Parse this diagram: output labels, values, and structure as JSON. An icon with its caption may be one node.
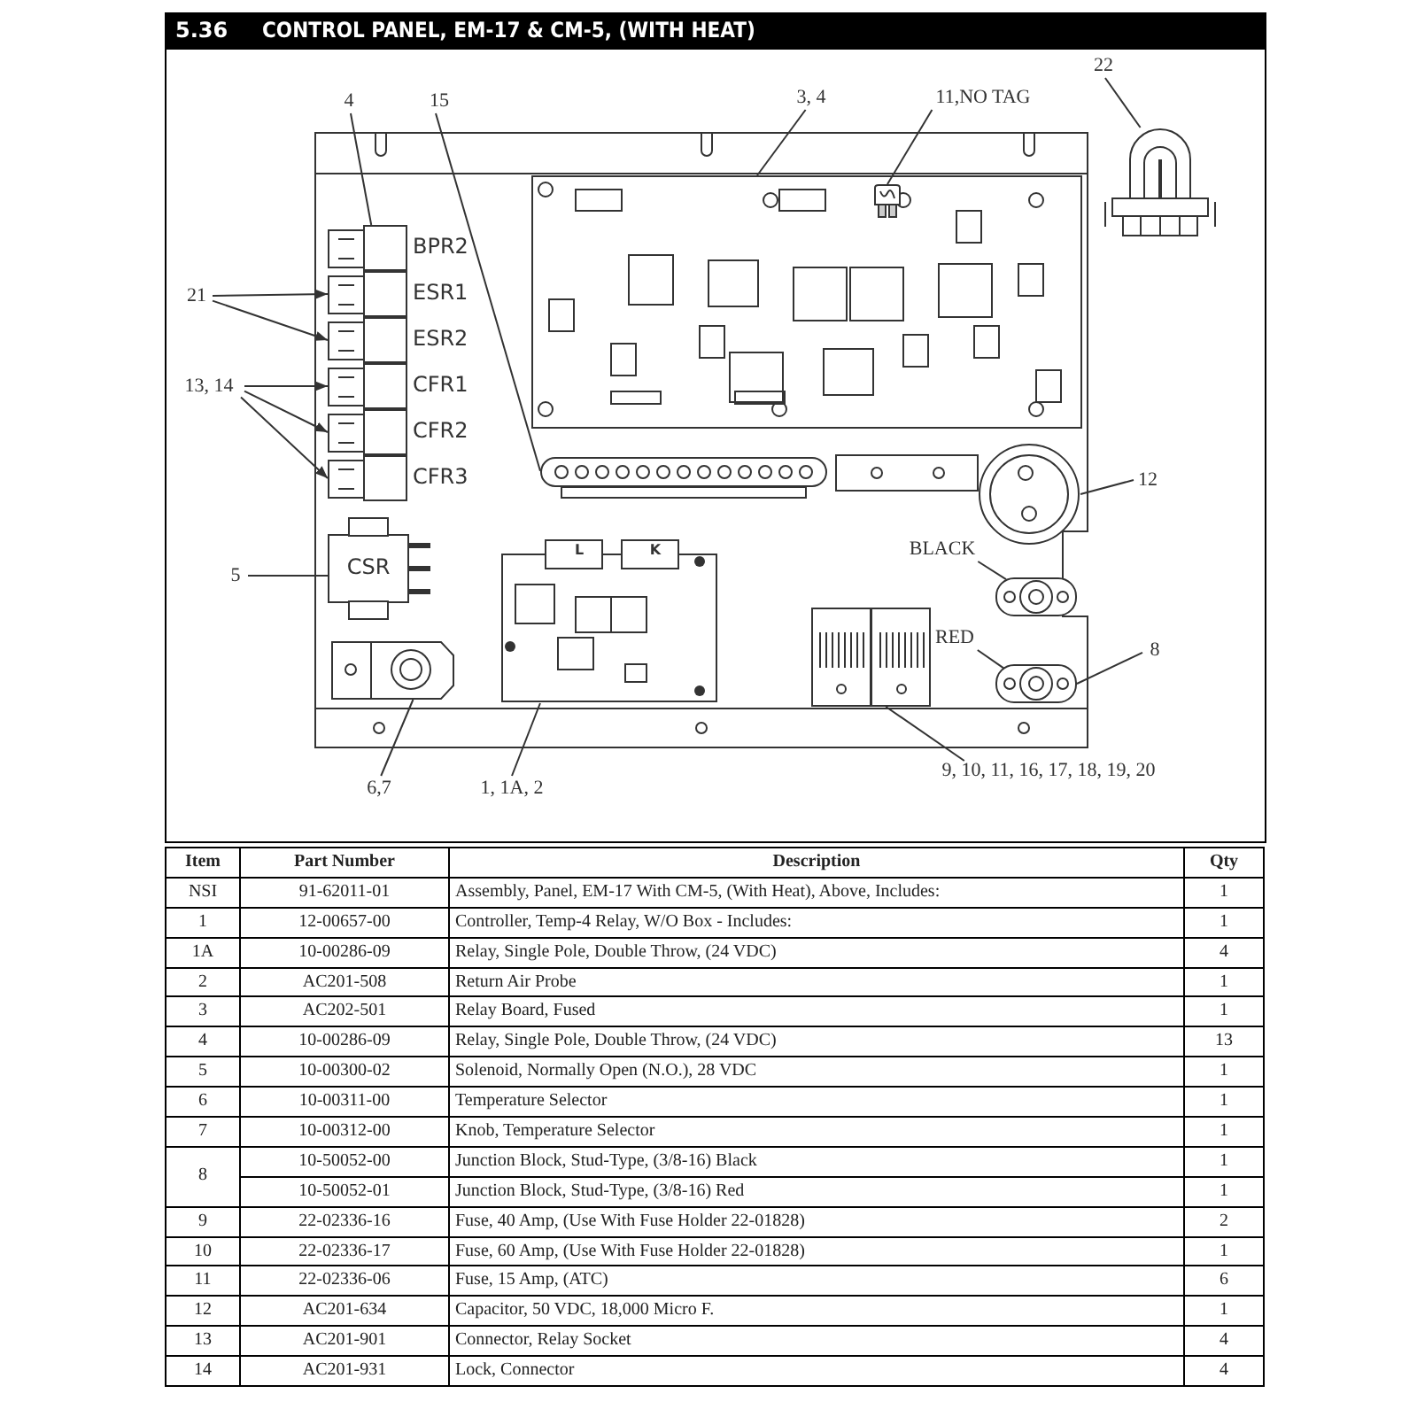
{
  "diagram": {
    "title": "CONTROL PANEL, EM-17 & CM-5, (WITH HEAT)",
    "nodes": [
      {
        "text": [
          "4"
        ]
      },
      {
        "text": [
          "15"
        ]
      },
      {
        "text": [
          "3, 4"
        ]
      },
      {
        "text": [
          "11,NO TAG"
        ]
      },
      {
        "text": [
          "22"
        ]
      },
      {
        "text": [],
        "shape": "picture"
      },
      {
        "text": [],
        "shape": "picture"
      },
      {
        "text": [],
        "shape": "picture",
        "in": 6
      },
      {
        "text": [
          "21"
        ]
      },
      {
        "text": [
          "13, 14"
        ]
      },
      {
        "text": [
          "BPR2"
        ]
      },
      {
        "text": [
          "ESR1"
        ]
      },
      {
        "text": [
          "ESR2"
        ]
      },
      {
        "text": [
          "CFR1"
        ]
      },
      {
        "text": [
          "CFR2"
        ]
      },
      {
        "text": [
          "CFR3"
        ]
      },
      {
        "text": [],
        "shape": "picture"
      },
      {
        "text": [],
        "shape": "picture"
      },
      {
        "text": [
          "12"
        ]
      },
      {
        "text": [
          "5"
        ]
      },
      {
        "text": [
          "CSR"
        ]
      },
      {
        "text": [],
        "shape": "picture"
      },
      {
        "text": [
          "BLACK"
        ]
      },
      {
        "text": [],
        "shape": "picture"
      },
      {
        "text": [
          "RED"
        ]
      },
      {
        "text": [],
        "shape": "picture"
      },
      {
        "text": [
          "8"
        ]
      },
      {
        "text": [],
        "shape": "picture"
      },
      {
        "text": [],
        "shape": "picture"
      },
      {
        "text": [
          "6,7"
        ]
      },
      {
        "text": [
          "1, 1A, 2"
        ]
      },
      {
        "text": [
          "9, 10, 11, 16, 17, 18, 19, 20"
        ]
      }
    ],
    "edges": [
      {
        "from": 0,
        "to": 10,
        "arrow": "none"
      },
      {
        "from": 1,
        "to": 16,
        "arrow": "none"
      },
      {
        "from": 2,
        "to": 6,
        "arrow": "none"
      },
      {
        "from": 3,
        "to": 7,
        "arrow": "none"
      },
      {
        "from": 4,
        "to": 5,
        "arrow": "none"
      },
      {
        "from": 8,
        "to": 11,
        "arrow": "to"
      },
      {
        "from": 8,
        "to": 12,
        "arrow": "to"
      },
      {
        "from": 9,
        "to": 13,
        "arrow": "to"
      },
      {
        "from": 9,
        "to": 14,
        "arrow": "to"
      },
      {
        "from": 9,
        "to": 15,
        "arrow": "to"
      },
      {
        "from": 18,
        "to": 17,
        "arrow": "none"
      },
      {
        "from": 19,
        "to": 20,
        "arrow": "none"
      },
      {
        "from": 22,
        "to": 23,
        "arrow": "none"
      },
      {
        "from": 24,
        "to": 25,
        "arrow": "none"
      },
      {
        "from": 26,
        "to": 25,
        "arrow": "none"
      },
      {
        "from": 29,
        "to": 27,
        "arrow": "none"
      },
      {
        "from": 30,
        "to": 21,
        "arrow": "none"
      },
      {
        "from": 31,
        "to": 28,
        "arrow": "none"
      }
    ],
    "labels": [
      "5.36",
      "L",
      "K",
      "Item",
      "Part Number",
      "Description",
      "Qty",
      "NSI",
      "91-62011-01",
      "Assembly, Panel, EM-17 With CM-5, (With Heat), Above, Includes:",
      "1",
      "1",
      "12-00657-00",
      "Controller, Temp-4 Relay, W/O Box - Includes:",
      "1",
      "1A",
      "10-00286-09",
      "Relay, Single Pole, Double Throw, (24 VDC)",
      "4",
      "2",
      "AC201-508",
      "Return Air Probe",
      "1",
      "3",
      "AC202-501",
      "Relay Board, Fused",
      "1",
      "4",
      "10-00286-09",
      "Relay, Single Pole, Double Throw, (24 VDC)",
      "13",
      "5",
      "10-00300-02",
      "Solenoid, Normally Open (N.O.), 28 VDC",
      "1",
      "6",
      "10-00311-00",
      "Temperature Selector",
      "1",
      "7",
      "10-00312-00",
      "Knob, Temperature Selector",
      "1",
      "8",
      "10-50052-00",
      "Junction Block, Stud-Type, (3/8-16) Black",
      "1",
      "10-50052-01",
      "Junction Block, Stud-Type, (3/8-16) Red",
      "1",
      "9",
      "22-02336-16",
      "Fuse, 40 Amp, (Use With Fuse Holder 22-01828)",
      "2",
      "10",
      "22-02336-17",
      "Fuse, 60 Amp, (Use With Fuse Holder 22-01828)",
      "1",
      "11",
      "22-02336-06",
      "Fuse, 15 Amp, (ATC)",
      "6",
      "12",
      "AC201-634",
      "Capacitor, 50 VDC, 18,000 Micro F.",
      "1",
      "13",
      "AC201-901",
      "Connector, Relay Socket",
      "4",
      "14",
      "AC201-931",
      "Lock, Connector",
      "4"
    ]
  }
}
